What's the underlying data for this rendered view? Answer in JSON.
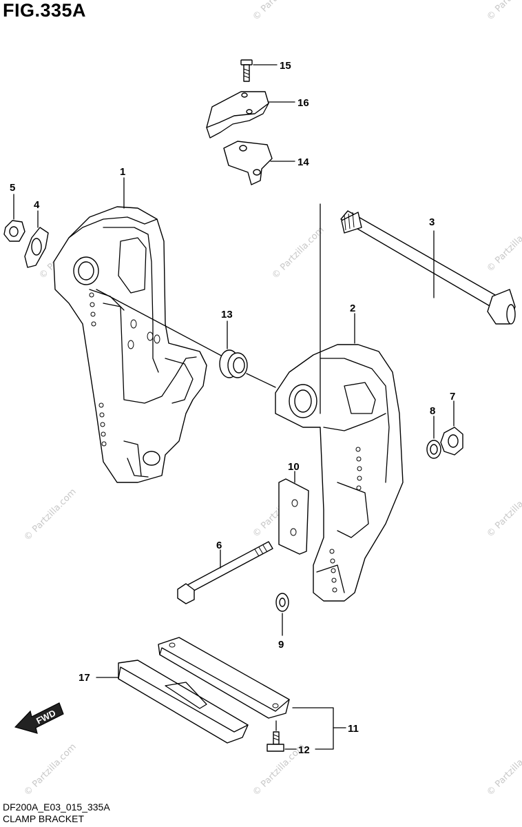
{
  "figure": {
    "title": "FIG.335A",
    "code": "DF200A_E03_015_335A",
    "caption": "CLAMP BRACKET"
  },
  "watermark": "© Partzilla.com",
  "direction_arrow": "FWD",
  "callouts": [
    "1",
    "2",
    "3",
    "4",
    "5",
    "6",
    "7",
    "8",
    "9",
    "10",
    "11",
    "12",
    "13",
    "14",
    "15",
    "16",
    "17"
  ]
}
